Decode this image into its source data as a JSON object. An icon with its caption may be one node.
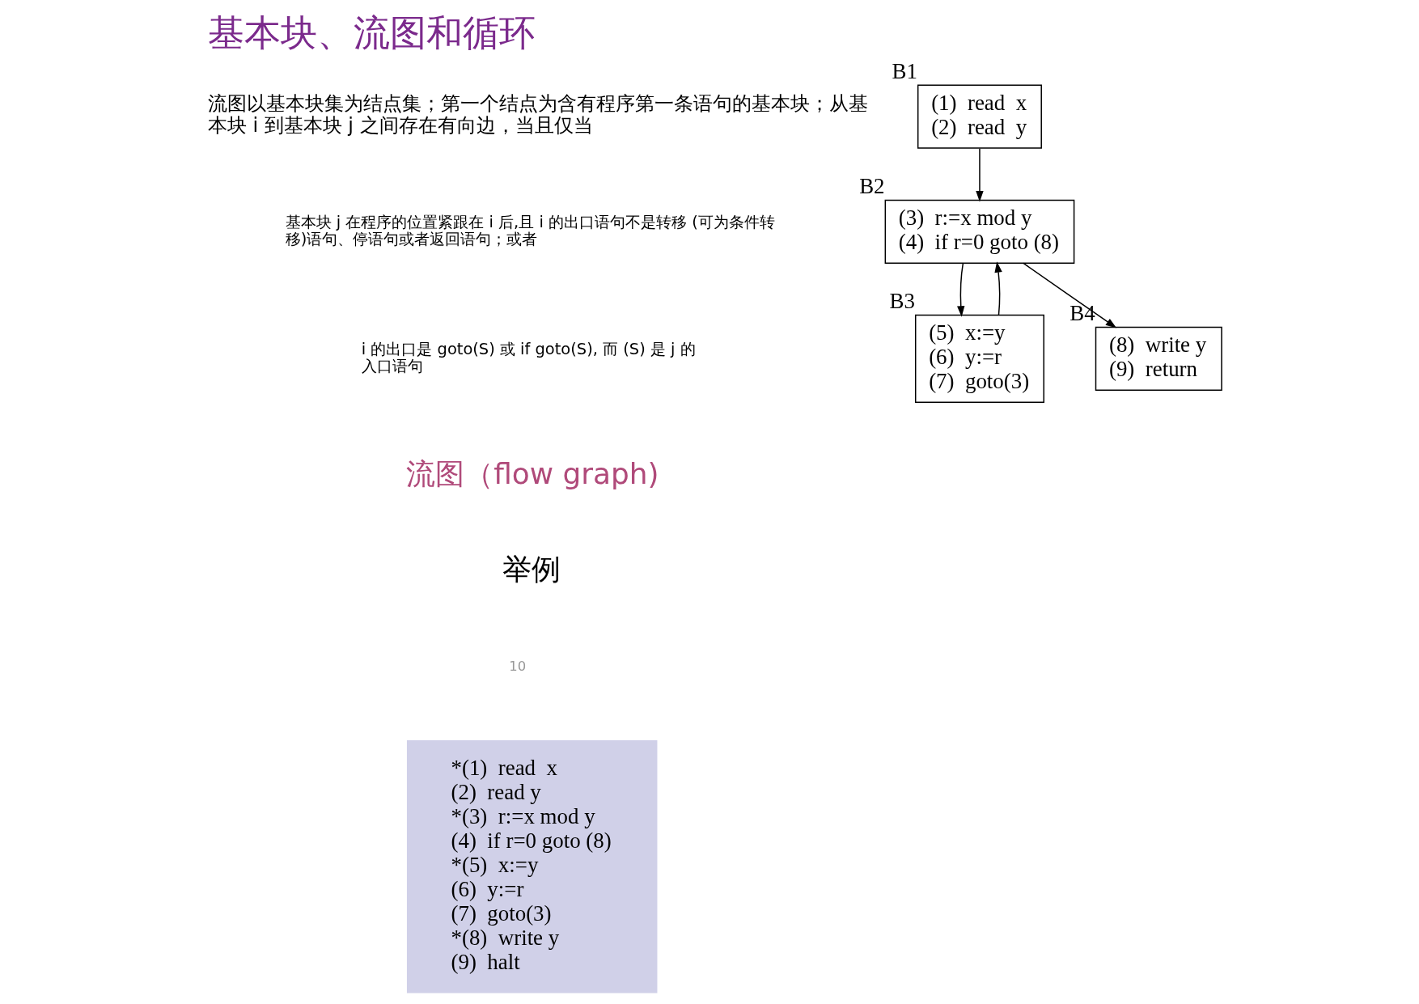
{
  "diagram": {
    "title": "基本块、流图和循环",
    "nodes": [
      {
        "text": [
          "*(1)  read  x",
          "(2)  read y",
          "*(3)  r:=x mod y",
          "(4)  if r=0 goto (8)",
          "*(5)  x:=y",
          "(6)  y:=r",
          "(7)  goto(3)",
          "*(8)  write y",
          "(9)  halt"
        ]
      },
      {
        "text": [
          "(1)  read  x",
          "(2)  read  y"
        ],
        "beside": [
          "B1"
        ]
      },
      {
        "text": [
          "(3)  r:=x mod y",
          "(4)  if r=0 goto (8)"
        ],
        "beside": [
          "B2"
        ]
      },
      {
        "text": [
          "(5)  x:=y",
          "(6)  y:=r",
          "(7)  goto(3)"
        ],
        "beside": [
          "B3"
        ]
      },
      {
        "text": [
          "(8)  write y",
          "(9)  return"
        ],
        "beside": [
          "B4"
        ]
      }
    ],
    "edges": [
      {
        "from": 1,
        "to": 2,
        "arrow": "to"
      },
      {
        "from": 2,
        "to": 3,
        "arrow": "to"
      },
      {
        "from": 2,
        "to": 4,
        "arrow": "to"
      },
      {
        "from": 3,
        "to": 2,
        "arrow": "to"
      }
    ],
    "labels": [
      "流图以基本块集为结点集；第一个结点为含有程序第一条语句的基本块；从基本块 i 到基本块 j 之间存在有向边，当且仅当",
      "基本块 j 在程序的位置紧跟在 i 后,且 i 的出口语句不是转移 (可为条件转移)语句、停语句或者返回语句；或者",
      "i 的出口是 goto(S) 或 if goto(S), 而 (S) 是 j 的入口语句",
      "流图（flow graph)",
      "举例",
      "10"
    ]
  }
}
